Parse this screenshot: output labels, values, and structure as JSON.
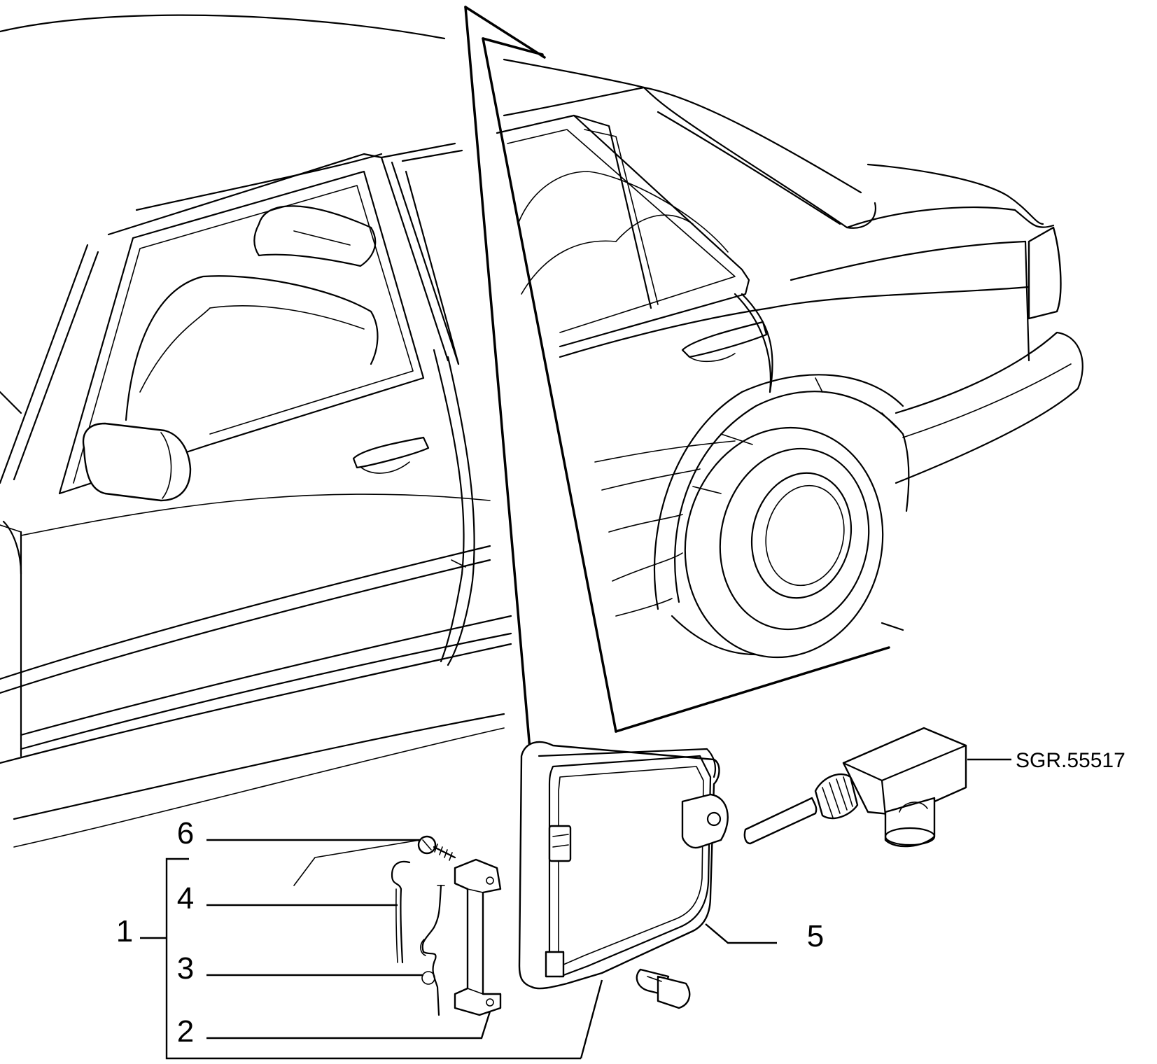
{
  "diagram": {
    "reference_code": "SGR.55517",
    "callouts": [
      {
        "id": "1",
        "label": "1"
      },
      {
        "id": "2",
        "label": "2"
      },
      {
        "id": "3",
        "label": "3"
      },
      {
        "id": "4",
        "label": "4"
      },
      {
        "id": "5",
        "label": "5"
      },
      {
        "id": "6",
        "label": "6"
      }
    ]
  }
}
